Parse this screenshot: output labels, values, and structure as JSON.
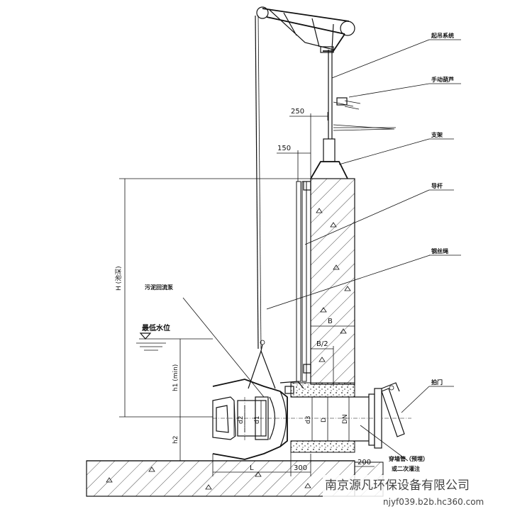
{
  "labels": {
    "lifting_system": "起吊系统",
    "hand_hoist": "手动葫芦",
    "bracket": "支架",
    "guide_rod": "导杆",
    "wire_rope": "钢丝绳",
    "pump": "污泥回流泵",
    "min_water_level": "最低水位",
    "flap_gate": "拍门",
    "wall_pipe": "穿墙管（预埋）",
    "grouting": "或二次灌注"
  },
  "dimensions": {
    "d250": "250",
    "d150": "150",
    "H": "H (池深)",
    "h1": "h1 (min)",
    "h2": "h2",
    "B": "B",
    "B_half": "B/2",
    "d1": "d1",
    "d2": "d2",
    "d3": "d3",
    "D": "D",
    "DN": "DN",
    "L": "L",
    "d300": "300",
    "d200": "200"
  },
  "watermark": {
    "company": "南京源凡环保设备有限公司",
    "url": "njyf039.b2b.hc360.com"
  }
}
